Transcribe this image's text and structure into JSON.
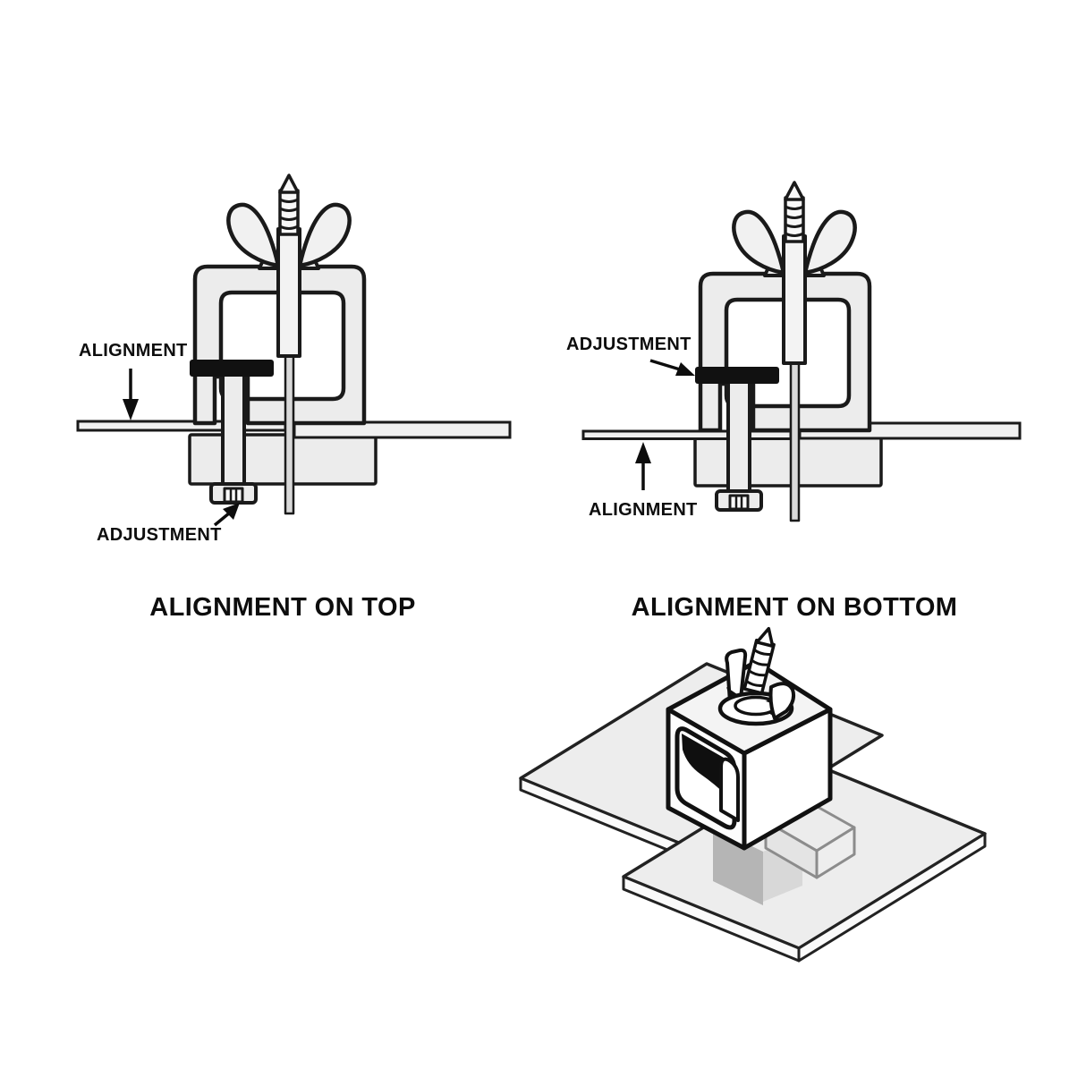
{
  "colors": {
    "background": "#ffffff",
    "outline": "#1a1a1a",
    "body_fill": "#ececec",
    "panel_fill": "#f0f0f0",
    "accent_black": "#111111",
    "ghost_gray": "#b5b5b5",
    "text": "#0d0d0d"
  },
  "left_diagram": {
    "caption": "ALIGNMENT ON TOP",
    "alignment_label": "ALIGNMENT",
    "adjustment_label": "ADJUSTMENT"
  },
  "right_diagram": {
    "caption": "ALIGNMENT ON BOTTOM",
    "alignment_label": "ALIGNMENT",
    "adjustment_label": "ADJUSTMENT"
  }
}
